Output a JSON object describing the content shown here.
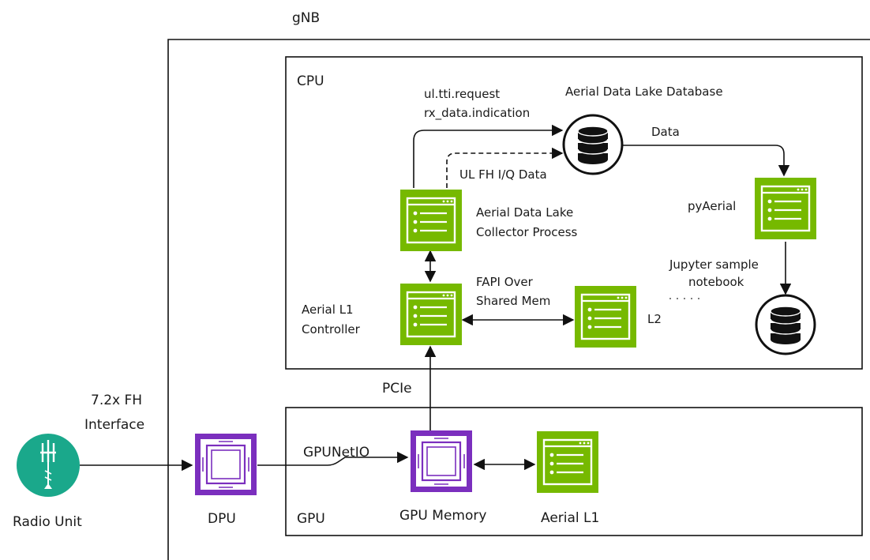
{
  "gnb": {
    "label": "gNB"
  },
  "cpu": {
    "label": "CPU"
  },
  "gpu": {
    "label": "GPU"
  },
  "messages": {
    "line1": "ul.tti.request",
    "line2": "rx_data.indication"
  },
  "database": {
    "label": "Aerial Data Lake Database"
  },
  "data_arrow": {
    "label": "Data"
  },
  "ul_fh": {
    "label": "UL FH I/Q Data"
  },
  "collector": {
    "line1": "Aerial Data Lake",
    "line2": "Collector Process"
  },
  "pyaerial": {
    "label": "pyAerial"
  },
  "jupyter": {
    "line1": "Jupyter sample",
    "line2": "notebook"
  },
  "fapi": {
    "line1": "FAPI Over",
    "line2": "Shared Mem"
  },
  "l1_controller": {
    "line1": "Aerial L1",
    "line2": "Controller"
  },
  "l2": {
    "label": "L2"
  },
  "pcie": {
    "label": "PCIe"
  },
  "fh_interface": {
    "line1": "7.2x FH",
    "line2": "Interface"
  },
  "gpunetio": {
    "label": "GPUNetIO"
  },
  "radio_unit": {
    "label": "Radio Unit"
  },
  "dpu": {
    "label": "DPU"
  },
  "gpu_memory": {
    "label": "GPU Memory"
  },
  "aerial_l1": {
    "label": "Aerial L1"
  },
  "colors": {
    "green": "#76b900",
    "purple": "#7b2fbe",
    "teal": "#1aa88b",
    "black": "#111111"
  }
}
